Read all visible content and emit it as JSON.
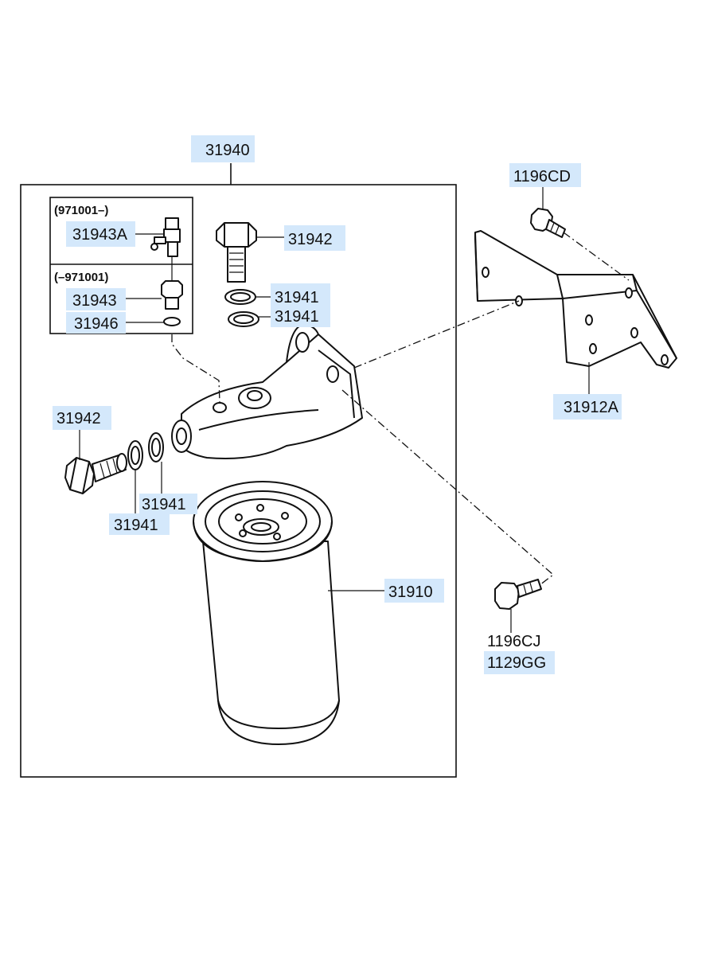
{
  "labels": {
    "assembly": "31940",
    "bracket_bolt": "1196CD",
    "bracket": "31912A",
    "banjo_bolt_top": "31942",
    "gasket_top_1": "31941",
    "gasket_top_2": "31941",
    "banjo_bolt_side": "31942",
    "gasket_side_1": "31941",
    "gasket_side_2": "31941",
    "filter": "31910",
    "mount_bolt_1": "1196CJ",
    "mount_bolt_2": "1129GG",
    "sensor_new": "31943A",
    "sensor_old": "31943",
    "washer": "31946"
  },
  "date_ranges": {
    "new": "(971001–)",
    "old": "(–971001)"
  },
  "colors": {
    "highlight": "#d4e8fb",
    "line": "#111111",
    "background": "#ffffff"
  }
}
